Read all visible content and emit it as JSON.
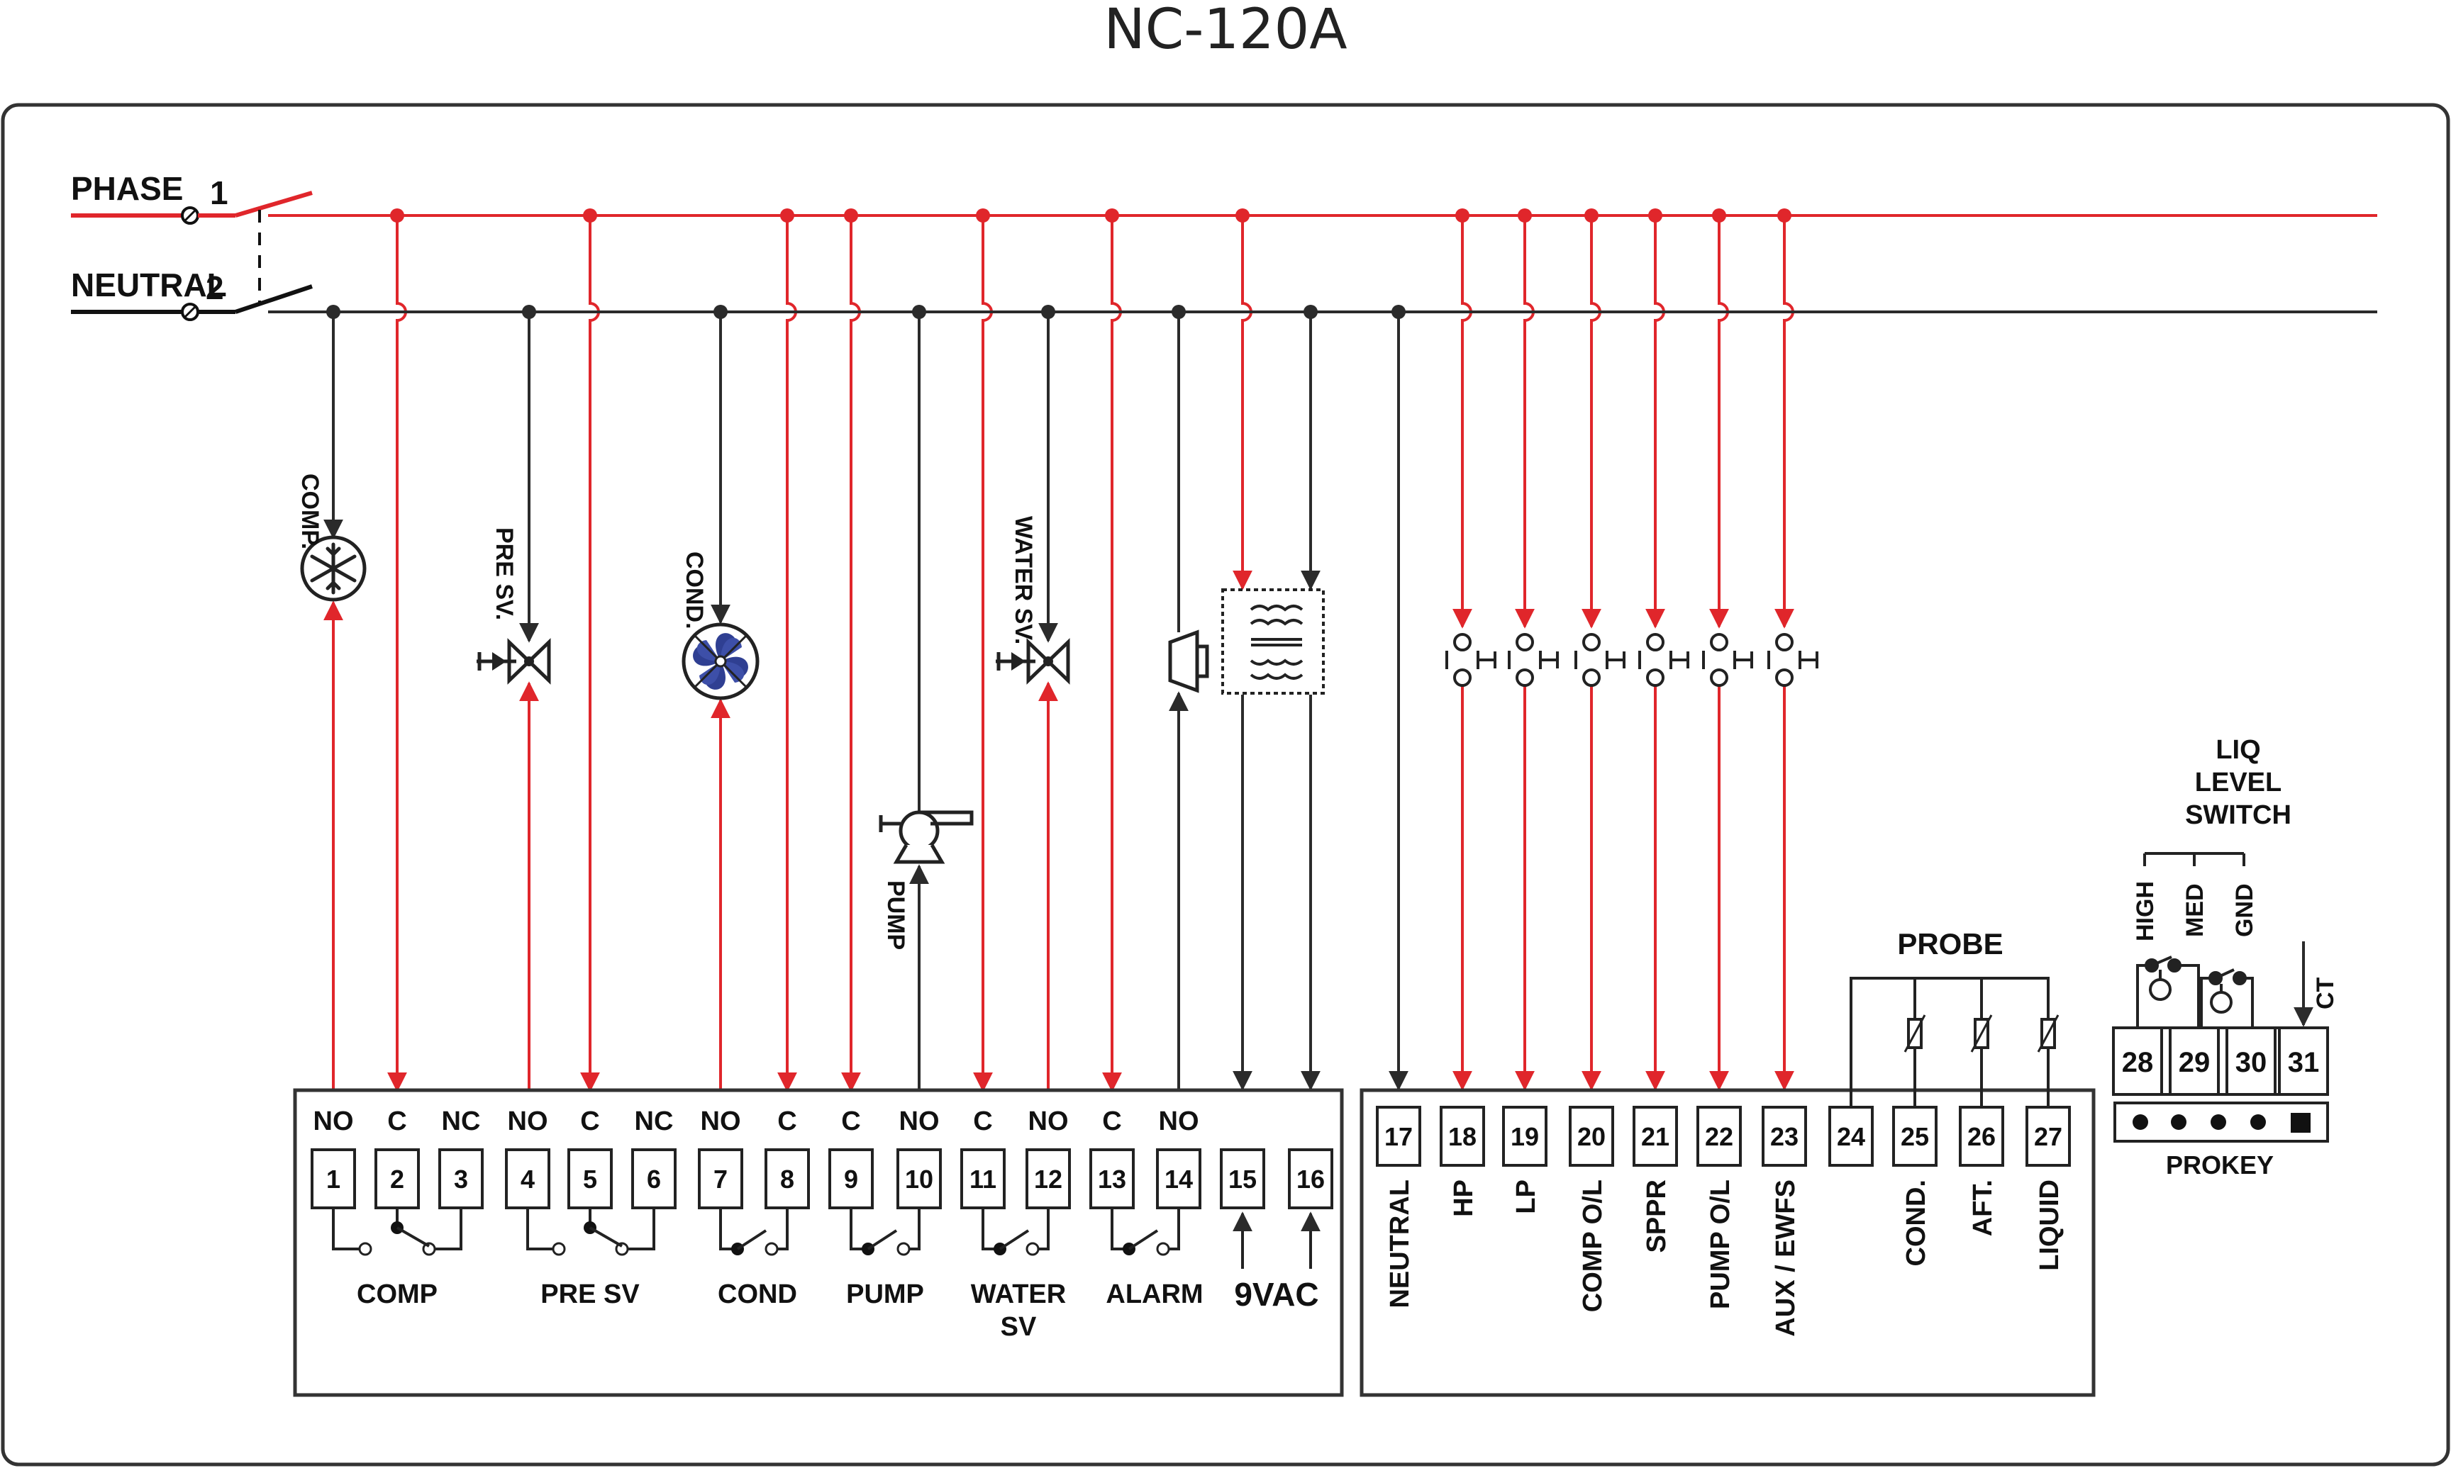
{
  "title": "NC-120A",
  "colors": {
    "phase": "#e0262b",
    "neutral": "#2b2b2b",
    "fan": "#2f3f92"
  },
  "supply": {
    "phase_label": "PHASE",
    "phase_num": "1",
    "neutral_label": "NEUTRAL",
    "neutral_num": "2"
  },
  "loads": {
    "comp": "COMP.",
    "pre_sv": "PRE SV.",
    "cond": "COND.",
    "pump": "PUMP",
    "water_sv": "WATER SV."
  },
  "terminals": [
    "1",
    "2",
    "3",
    "4",
    "5",
    "6",
    "7",
    "8",
    "9",
    "10",
    "11",
    "12",
    "13",
    "14",
    "15",
    "16",
    "17",
    "18",
    "19",
    "20",
    "21",
    "22",
    "23",
    "24",
    "25",
    "26",
    "27"
  ],
  "contacts": [
    "NO",
    "C",
    "NC",
    "NO",
    "C",
    "NC",
    "NO",
    "C",
    "C",
    "NO",
    "C",
    "NO",
    "C",
    "NO"
  ],
  "groups": {
    "comp": "COMP",
    "pre_sv": "PRE SV",
    "cond": "COND",
    "pump": "PUMP",
    "water_1": "WATER",
    "water_2": "SV",
    "alarm": "ALARM",
    "vac": "9VAC"
  },
  "inputs": [
    "NEUTRAL",
    "HP",
    "LP",
    "COMP O/L",
    "SPPR",
    "PUMP O/L",
    "AUX / EWFS",
    "COND.",
    "AFT.",
    "LIQUID"
  ],
  "probe": "PROBE",
  "liq": {
    "line1": "LIQ",
    "line2": "LEVEL",
    "line3": "SWITCH",
    "high": "HIGH",
    "med": "MED",
    "gnd": "GND",
    "ct": "CT"
  },
  "right_terminals": [
    "28",
    "29",
    "30",
    "31"
  ],
  "prokey": "PROKEY"
}
